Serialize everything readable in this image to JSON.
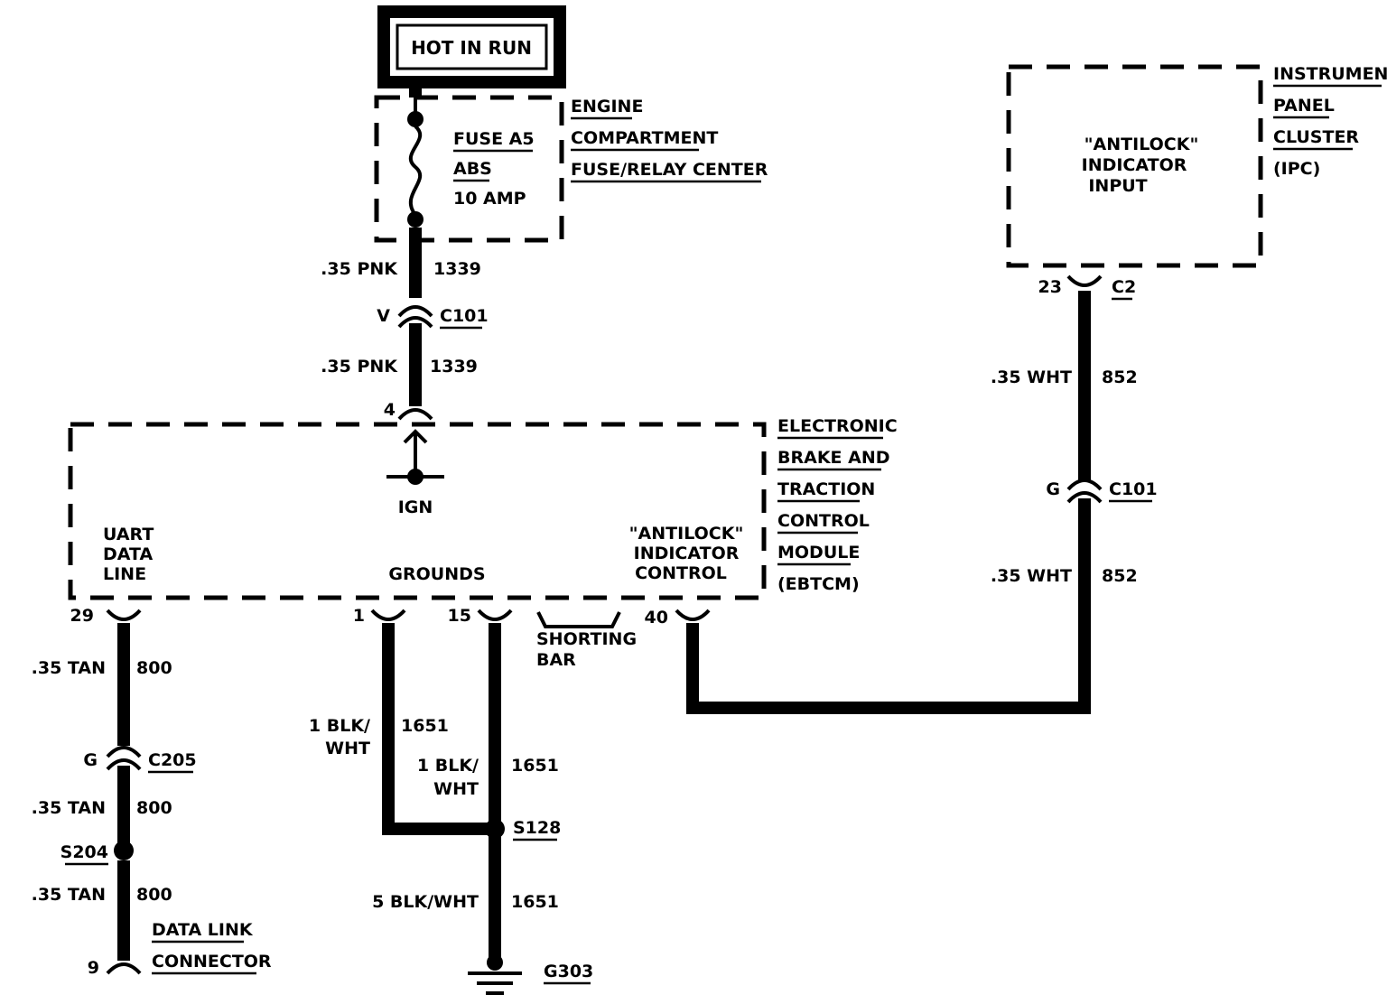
{
  "power_box": {
    "label": "HOT IN RUN"
  },
  "fuse_center": {
    "lines": [
      "ENGINE",
      "COMPARTMENT",
      "FUSE/RELAY CENTER"
    ],
    "fuse": [
      "FUSE A5",
      "ABS",
      "10 AMP"
    ]
  },
  "ipc": {
    "lines": [
      "INSTRUMENT",
      "PANEL",
      "CLUSTER",
      "(IPC)"
    ],
    "input": [
      "\"ANTILOCK\"",
      "INDICATOR",
      "INPUT"
    ]
  },
  "ebtcm": {
    "lines": [
      "ELECTRONIC",
      "BRAKE AND",
      "TRACTION",
      "CONTROL",
      "MODULE",
      "(EBTCM)"
    ],
    "ign": "IGN",
    "uart": [
      "UART",
      "DATA",
      "LINE"
    ],
    "grounds": "GROUNDS",
    "antilock_ctrl": [
      "\"ANTILOCK\"",
      "INDICATOR",
      "CONTROL"
    ]
  },
  "wires": {
    "pnk_upper": {
      "gauge": ".35 PNK",
      "circuit": "1339"
    },
    "pnk_lower": {
      "gauge": ".35 PNK",
      "circuit": "1339"
    },
    "wht_upper": {
      "gauge": ".35 WHT",
      "circuit": "852"
    },
    "wht_lower": {
      "gauge": ".35 WHT",
      "circuit": "852"
    },
    "tan_1": {
      "gauge": ".35 TAN",
      "circuit": "800"
    },
    "tan_2": {
      "gauge": ".35 TAN",
      "circuit": "800"
    },
    "tan_3": {
      "gauge": ".35 TAN",
      "circuit": "800"
    },
    "blk_left": {
      "gauge": [
        "1 BLK/",
        "WHT"
      ],
      "circuit": "1651"
    },
    "blk_right": {
      "gauge": [
        "1 BLK/",
        "WHT"
      ],
      "circuit": "1651"
    },
    "blk_main": {
      "gauge": "5 BLK/WHT",
      "circuit": "1651"
    }
  },
  "connectors": {
    "c101_pnk": {
      "pin": "V",
      "name": "C101"
    },
    "ebtcm_pin4": {
      "pin": "4"
    },
    "c2": {
      "pin": "23",
      "name": "C2"
    },
    "c101_wht": {
      "pin": "G",
      "name": "C101"
    },
    "c205": {
      "pin": "G",
      "name": "C205"
    },
    "pin29": "29",
    "pin1": "1",
    "pin15": "15",
    "pin40": "40",
    "dlc": {
      "pin": "9",
      "lines": [
        "DATA LINK",
        "CONNECTOR"
      ]
    }
  },
  "splices": {
    "s204": "S204",
    "s128": "S128"
  },
  "ground": {
    "name": "G303"
  },
  "shorting_bar": [
    "SHORTING",
    "BAR"
  ]
}
